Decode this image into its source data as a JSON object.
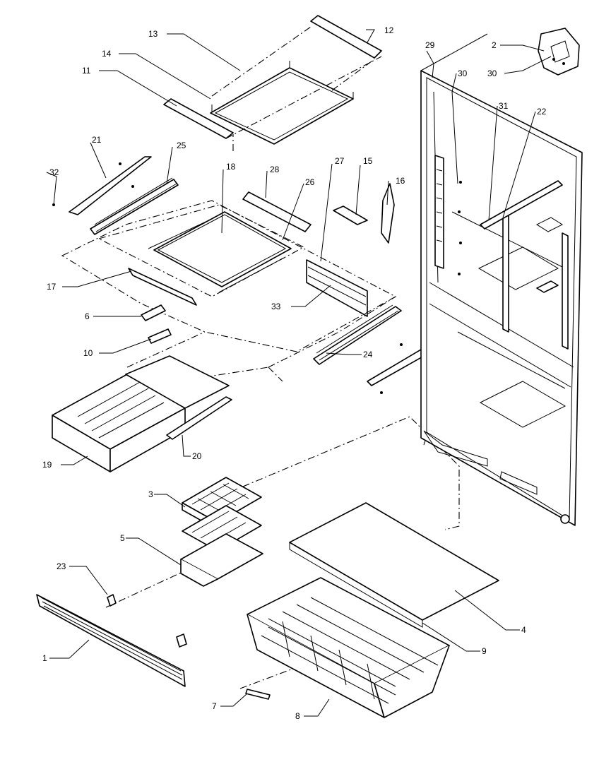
{
  "callouts": {
    "c1": "1",
    "c2": "2",
    "c3": "3",
    "c4": "4",
    "c5": "5",
    "c6": "6",
    "c7": "7",
    "c8": "8",
    "c9": "9",
    "c10": "10",
    "c11": "11",
    "c12": "12",
    "c13": "13",
    "c14": "14",
    "c15": "15",
    "c16": "16",
    "c17": "17",
    "c18": "18",
    "c19": "19",
    "c20": "20",
    "c21": "21",
    "c22": "22",
    "c23": "23",
    "c24": "24",
    "c25": "25",
    "c26": "26",
    "c27": "27",
    "c28": "28",
    "c29": "29",
    "c30a": "30",
    "c30b": "30",
    "c31": "31",
    "c32": "32",
    "c33": "33"
  }
}
